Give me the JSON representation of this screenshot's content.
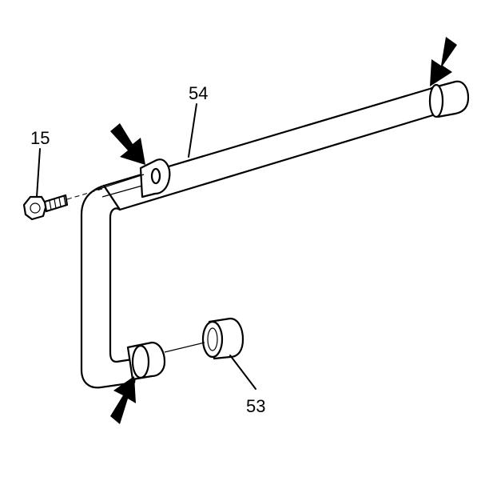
{
  "callouts": {
    "bolt": "15",
    "pipe": "54",
    "seal": "53"
  },
  "colors": {
    "line": "#000000",
    "background": "#ffffff"
  }
}
